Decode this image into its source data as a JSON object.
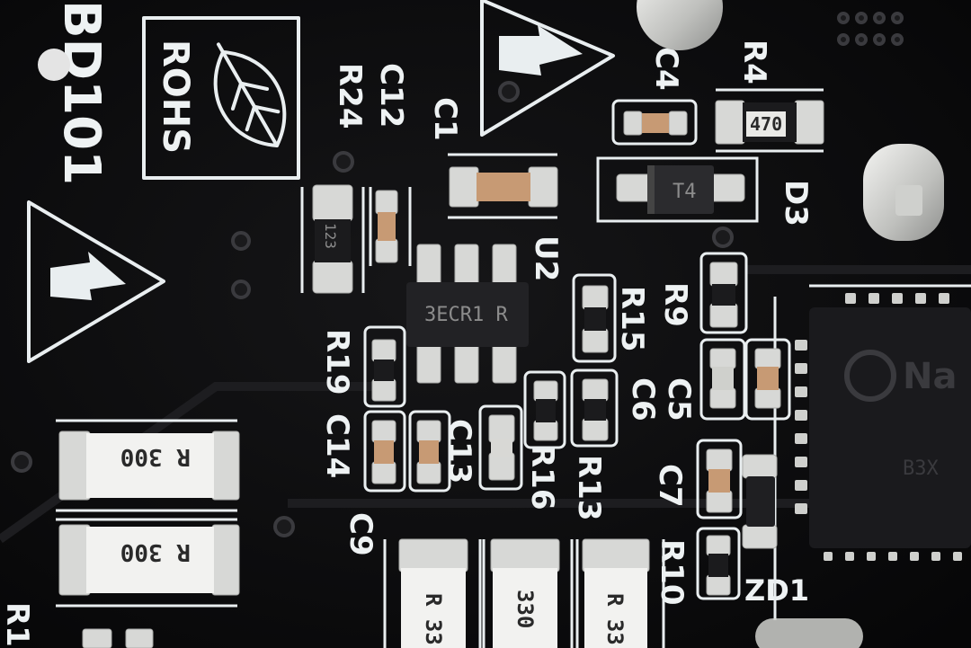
{
  "colors": {
    "board": "#0b0b0c",
    "silkscreen": "#e9eef0",
    "pad": "#d7d8d6",
    "ic_body": "#1b1b1d"
  },
  "silkscreen": {
    "board_id": "BD101",
    "rohs": "ROHS",
    "refs": {
      "c12": "C12",
      "r24": "R24",
      "c1": "C1",
      "c4": "C4",
      "r4": "R4",
      "d3": "D3",
      "u2": "U2",
      "r15": "R15",
      "r9": "R9",
      "r19": "R19",
      "c14": "C14",
      "c13": "C13",
      "r16": "R16",
      "r13": "R13",
      "c6": "C6",
      "c5": "C5",
      "c7": "C7",
      "c9": "C9",
      "r10": "R10",
      "zd1": "ZD1",
      "r1x": "R1"
    }
  },
  "component_markings": {
    "r4": "470",
    "d3": "T4",
    "r24": "123",
    "u2": "3ECR1 R",
    "res_big_1": "R 300",
    "res_big_2": "R 300",
    "res_bottom_1": "R 33",
    "res_bottom_2": "330",
    "res_bottom_3": "R 33",
    "mcu_brand": "Na",
    "mcu_part": "B3X"
  },
  "icons": [
    "leaf-icon",
    "high-voltage-warning-icon"
  ]
}
